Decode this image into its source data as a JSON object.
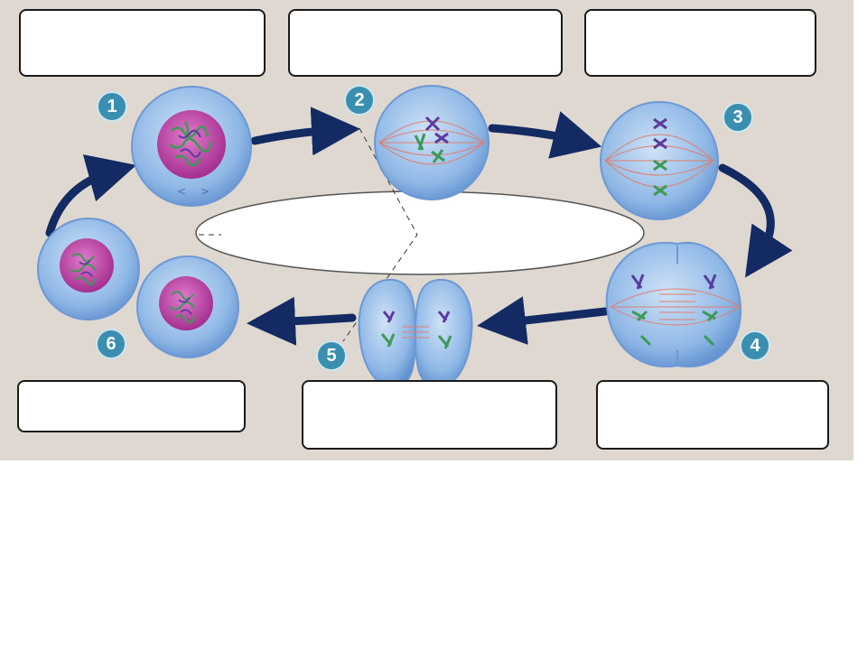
{
  "stages": [
    {
      "number": "1"
    },
    {
      "number": "2"
    },
    {
      "number": "3"
    },
    {
      "number": "4"
    },
    {
      "number": "5"
    },
    {
      "number": "6"
    }
  ],
  "label_boxes": [
    {
      "text": ""
    },
    {
      "text": ""
    },
    {
      "text": ""
    },
    {
      "text": ""
    },
    {
      "text": ""
    },
    {
      "text": ""
    }
  ],
  "center_label": {
    "text": ""
  },
  "colors": {
    "panel": "#ded8d0",
    "arrow": "#132a63",
    "cell": "#8fb8e6",
    "nucleus": "#b3389a",
    "chromatin_green": "#3c9a55",
    "chromosome_purple": "#5b3b9e",
    "spindle": "#e07e6c",
    "badge": "#3a8fb0"
  }
}
